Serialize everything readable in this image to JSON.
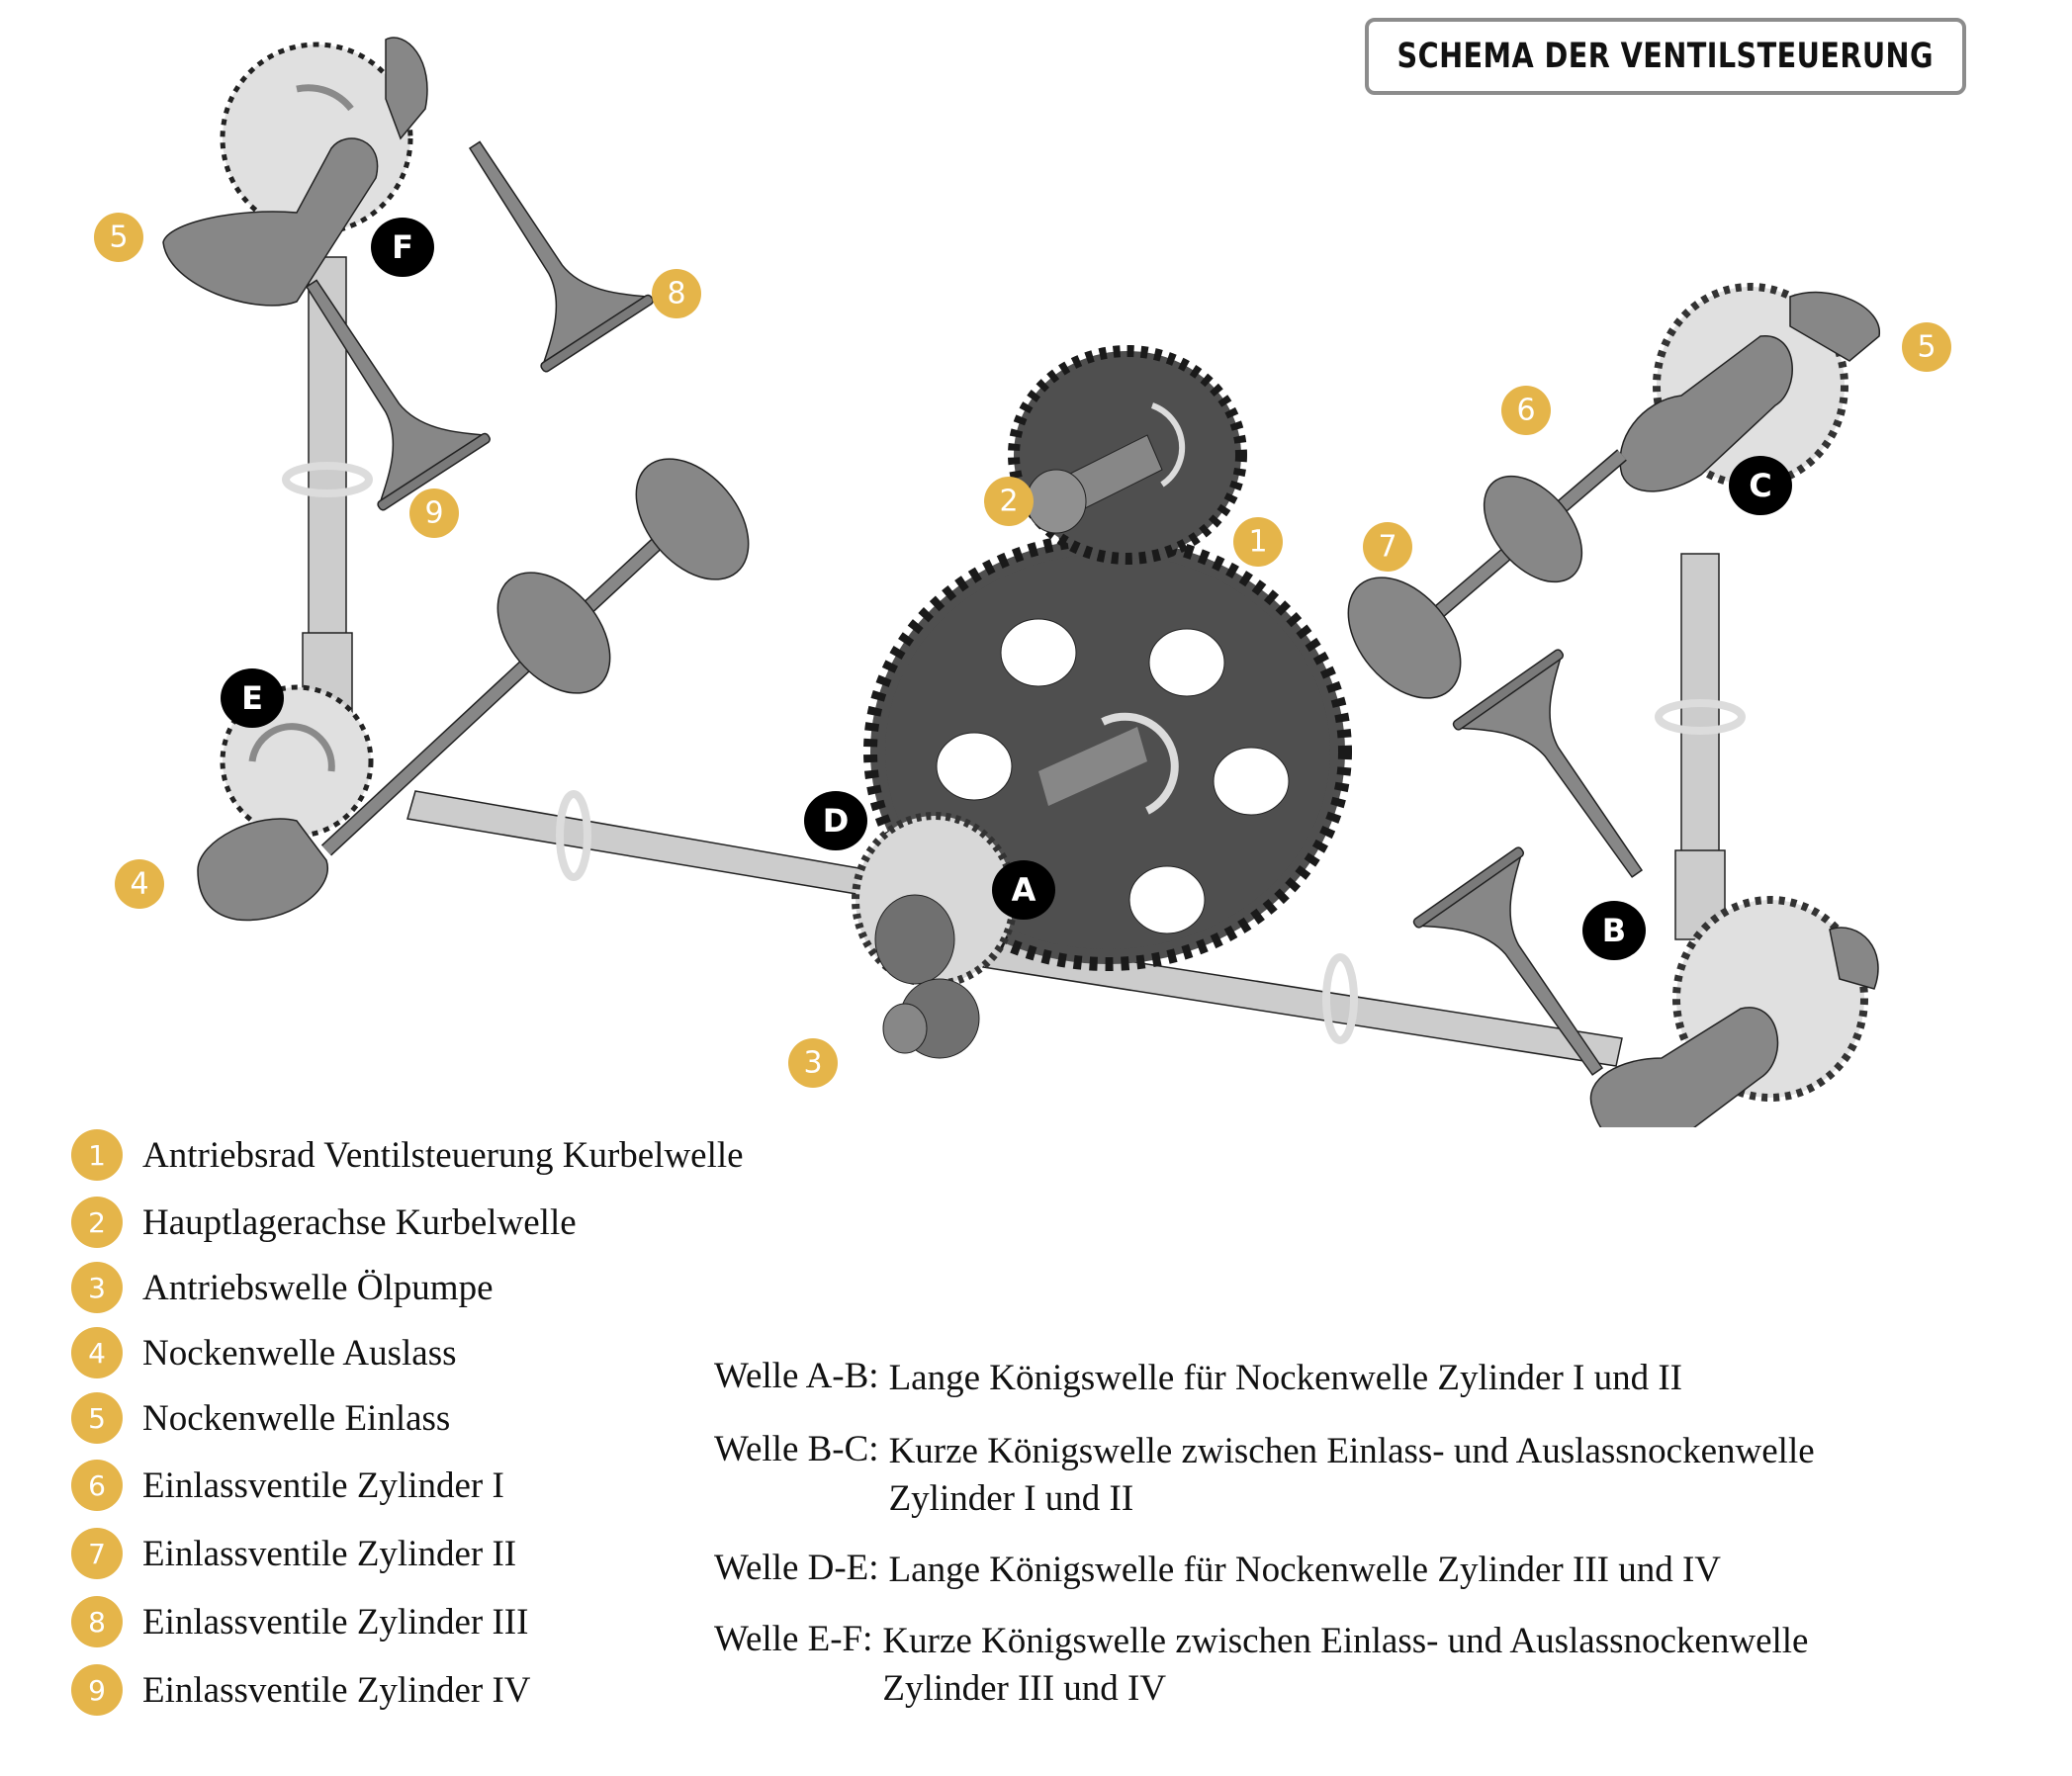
{
  "title": "SCHEMA DER VENTILSTEUERUNG",
  "colors": {
    "callout_number": "#e5b54a",
    "callout_letter": "#000000",
    "gear_dark": "#4f4f4f",
    "part_mid": "#878787",
    "part_light": "#cccccc",
    "arrow_light": "#dcdcdc"
  },
  "diagram": {
    "number_callouts": [
      "1",
      "2",
      "3",
      "4",
      "5",
      "6",
      "7",
      "8",
      "9",
      "4",
      "5"
    ],
    "letter_callouts": [
      "A",
      "B",
      "C",
      "D",
      "E",
      "F"
    ]
  },
  "legend": [
    {
      "num": "1",
      "label": "Antriebsrad Ventilsteuerung Kurbelwelle"
    },
    {
      "num": "2",
      "label": "Hauptlagerachse Kurbelwelle"
    },
    {
      "num": "3",
      "label": "Antriebswelle Ölpumpe"
    },
    {
      "num": "4",
      "label": "Nockenwelle Auslass"
    },
    {
      "num": "5",
      "label": "Nockenwelle Einlass"
    },
    {
      "num": "6",
      "label": "Einlassventile Zylinder I"
    },
    {
      "num": "7",
      "label": "Einlassventile Zylinder II"
    },
    {
      "num": "8",
      "label": "Einlassventile Zylinder III"
    },
    {
      "num": "9",
      "label": "Einlassventile Zylinder IV"
    }
  ],
  "shafts": [
    {
      "key": "Welle A-B:",
      "line1": "Lange Königswelle für Nockenwelle Zylinder I und II",
      "line2": ""
    },
    {
      "key": "Welle B-C:",
      "line1": "Kurze Königswelle zwischen Einlass- und Auslassnockenwelle",
      "line2": "Zylinder I und II"
    },
    {
      "key": "Welle D-E:",
      "line1": "Lange Königswelle für Nockenwelle Zylinder III und IV",
      "line2": ""
    },
    {
      "key": "Welle E-F:",
      "line1": "Kurze Königswelle zwischen Einlass- und Auslassnockenwelle",
      "line2": "Zylinder III und IV"
    }
  ]
}
